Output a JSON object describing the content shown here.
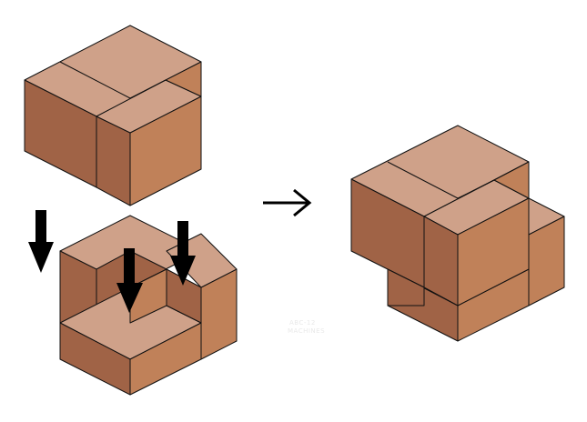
{
  "diagram": {
    "steps": [
      {
        "id": "top-piece",
        "description": ""
      },
      {
        "id": "bottom-piece",
        "description": ""
      },
      {
        "id": "assembled-piece",
        "description": ""
      }
    ],
    "colors": {
      "top_face": "#cfa189",
      "front_face": "#c08159",
      "side_face": "#a06346",
      "outline": "#111111",
      "arrow": "#000000",
      "background": "#ffffff"
    },
    "icons": {
      "down_arrow": "down-arrow-icon",
      "right_arrow": "right-arrow-icon"
    },
    "watermark": {
      "line1": "ABC-12",
      "line2": "MACHINES"
    }
  }
}
